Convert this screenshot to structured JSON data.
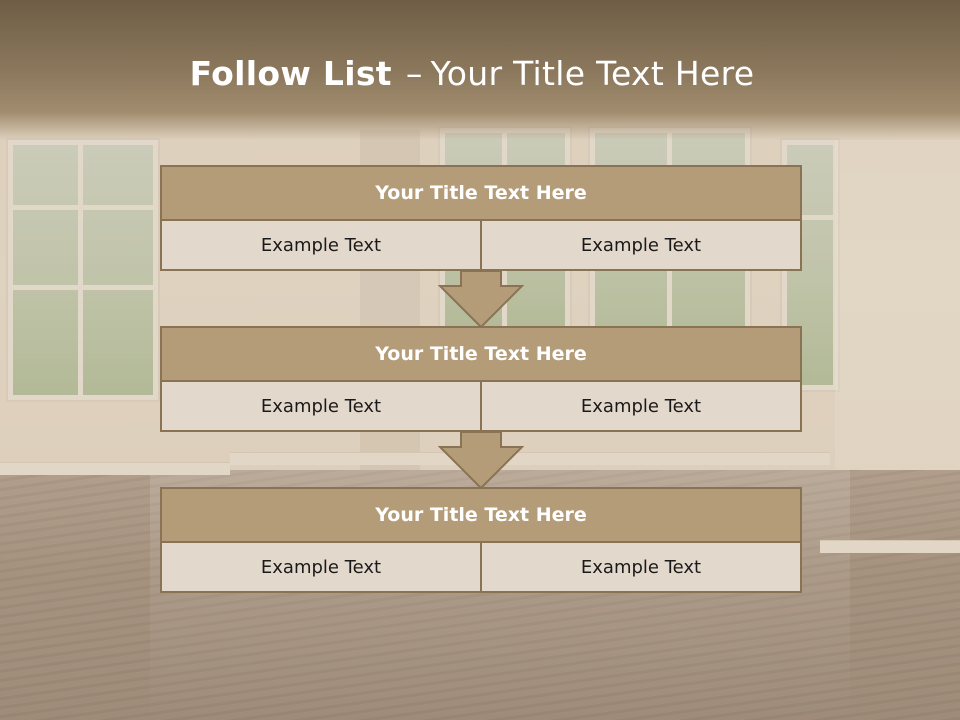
{
  "header": {
    "title_bold": "Follow List",
    "title_dash": "–",
    "title_rest": "Your Title Text Here"
  },
  "flow": [
    {
      "title": "Your Title Text Here",
      "left": "Example Text",
      "right": "Example Text"
    },
    {
      "title": "Your Title Text Here",
      "left": "Example Text",
      "right": "Example Text"
    },
    {
      "title": "Your Title Text Here",
      "left": "Example Text",
      "right": "Example Text"
    }
  ],
  "colors": {
    "header_brown": "#7c6a51",
    "title_bar": "#b59c78",
    "border": "#8a7355",
    "cell_fill": "#e3d8cc",
    "arrow_fill": "#b59c78"
  },
  "background": "photo-of-empty-room-with-windows-and-wood-floor"
}
